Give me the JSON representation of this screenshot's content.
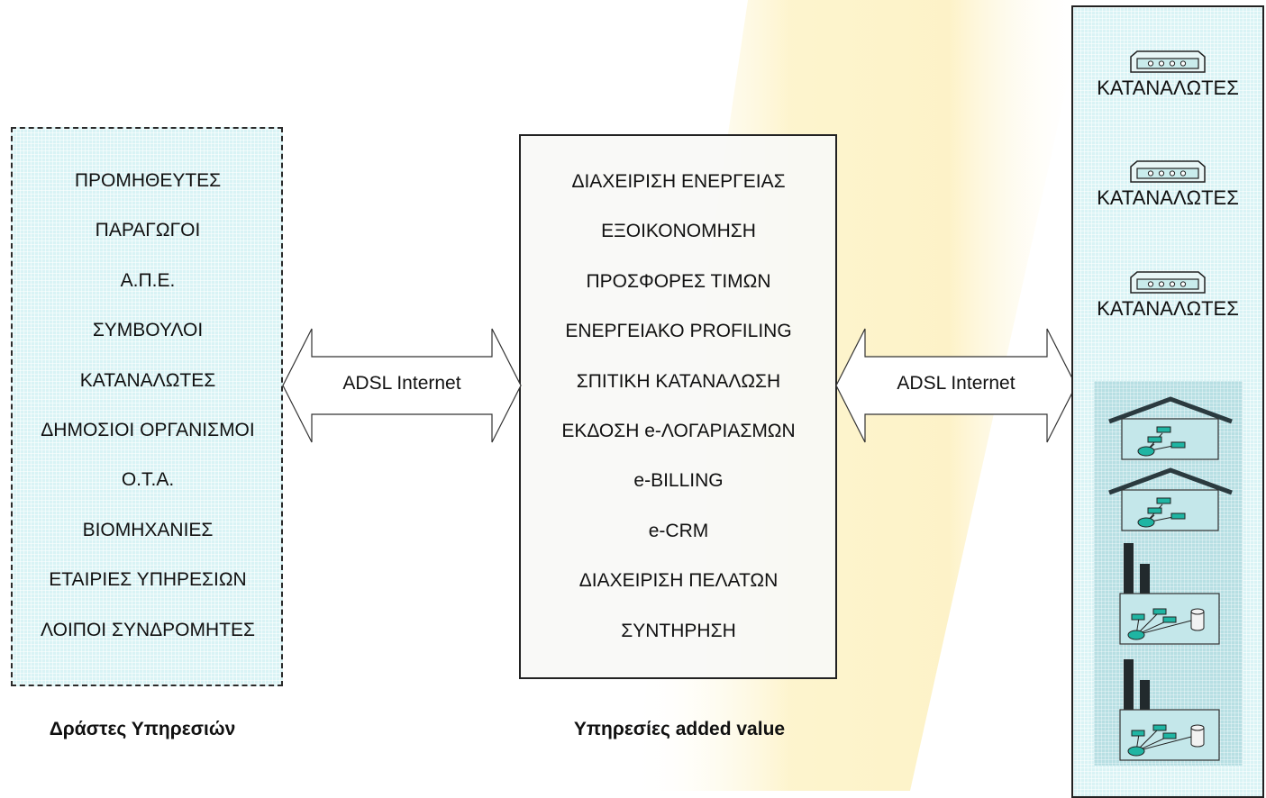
{
  "actors": {
    "caption": "Δράστες Υπηρεσιών",
    "items": [
      "ΠΡΟΜΗΘΕΥΤΕΣ",
      "ΠΑΡΑΓΩΓΟΙ",
      "Α.Π.Ε.",
      "ΣΥΜΒΟΥΛΟΙ",
      "ΚΑΤΑΝΑΛΩΤΕΣ",
      "ΔΗΜΟΣΙΟΙ ΟΡΓΑΝΙΣΜΟΙ",
      "Ο.Τ.Α.",
      "ΒΙΟΜΗΧΑΝΙΕΣ",
      "ΕΤΑΙΡΙΕΣ ΥΠΗΡΕΣΙΩΝ",
      "ΛΟΙΠΟΙ ΣΥΝΔΡΟΜΗΤΕΣ"
    ]
  },
  "services": {
    "caption": "Υπηρεσίες added value",
    "items": [
      "ΔΙΑΧΕΙΡΙΣΗ ΕΝΕΡΓΕΙΑΣ",
      "ΕΞΟΙΚΟΝΟΜΗΣΗ",
      "ΠΡΟΣΦΟΡΕΣ ΤΙΜΩΝ",
      "ΕΝΕΡΓΕΙΑΚΟ PROFILING",
      "ΣΠΙΤΙΚΗ ΚΑΤΑΝΑΛΩΣΗ",
      "ΕΚΔΟΣΗ e-ΛΟΓΑΡΙΑΣΜΩΝ",
      "e-BILLING",
      "e-CRM",
      "ΔΙΑΧΕΙΡΙΣΗ ΠΕΛΑΤΩΝ",
      "ΣΥΝΤΗΡΗΣΗ"
    ]
  },
  "links": {
    "left": "ADSL Internet",
    "right": "ADSL Internet"
  },
  "consumers": {
    "items": [
      "ΚΑΤΑΝΑΛΩΤΕΣ",
      "ΚΑΤΑΝΑΛΩΤΕΣ",
      "ΚΑΤΑΝΑΛΩΤΕΣ"
    ],
    "device_icon": "modem-icon",
    "building_icons": [
      "house-network-icon",
      "house-network-icon",
      "factory-network-icon",
      "factory-network-icon"
    ]
  },
  "colors": {
    "panel_fill": "#d9f3f5",
    "network_node": "#1fb5a3",
    "beam": "#fdf2c4"
  }
}
